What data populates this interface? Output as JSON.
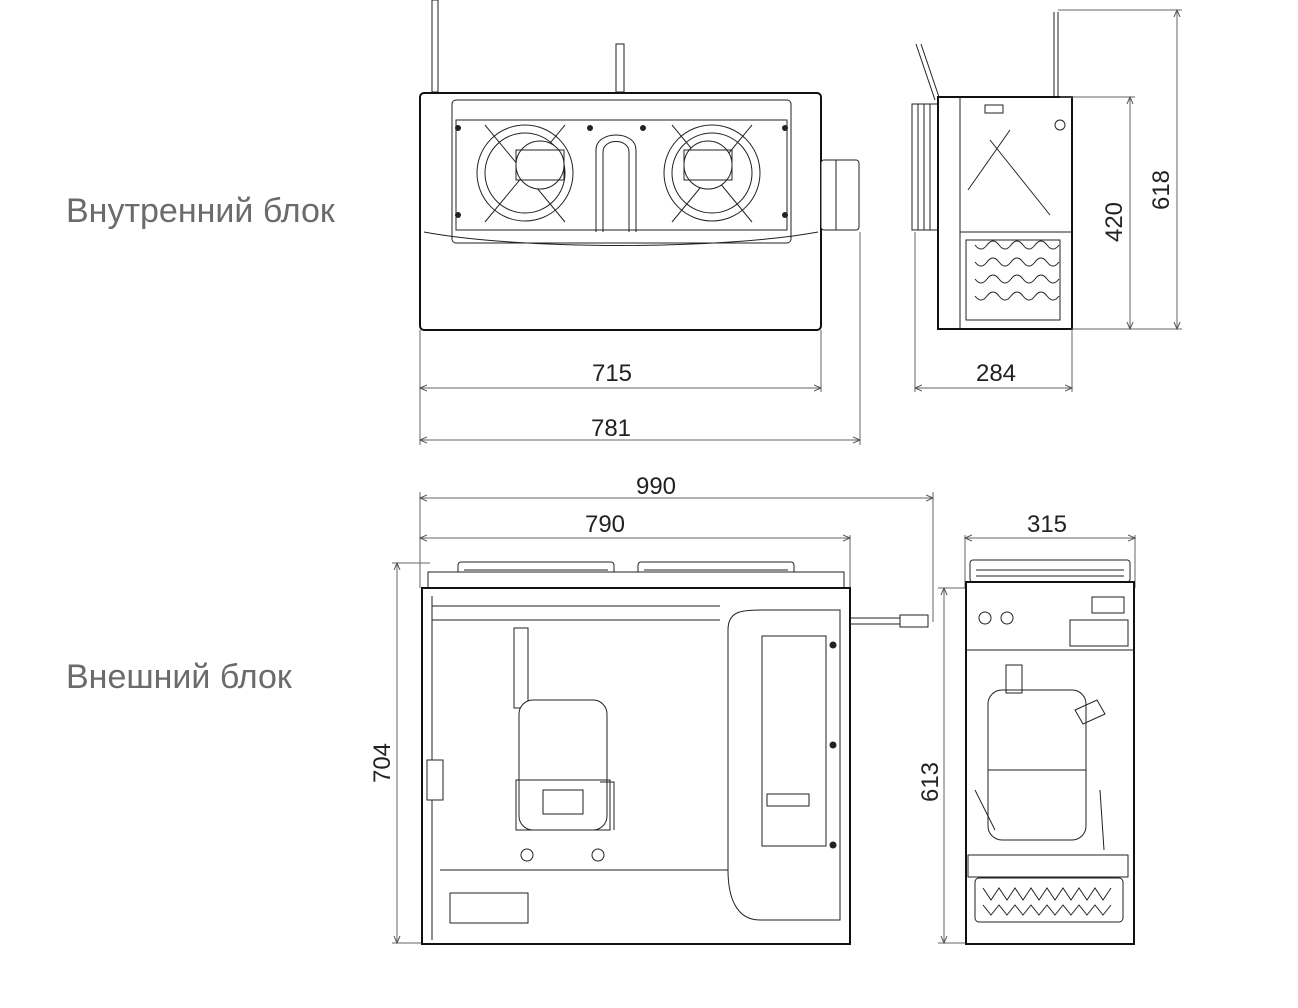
{
  "labels": {
    "indoor_unit": "Внутренний блок",
    "outdoor_unit": "Внешний блок"
  },
  "dimensions": {
    "indoor": {
      "width_body": "715",
      "width_total": "781",
      "depth": "284",
      "height_body": "420",
      "height_total": "618"
    },
    "outdoor": {
      "width_total": "990",
      "width_body": "790",
      "height_front": "704",
      "depth": "315",
      "height_side": "613"
    }
  }
}
